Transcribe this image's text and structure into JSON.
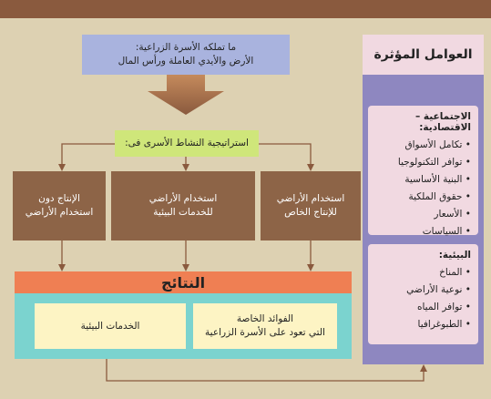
{
  "source_box": {
    "line1": "ما تملكه الأسرة الزراعية:",
    "line2": "الأرض والأيدي العاملة ورأس المال"
  },
  "strategy_box": {
    "label": "استراتيجية النشاط الأسرى فى:"
  },
  "strategies": [
    {
      "line1": "استخدام الأراضي",
      "line2": "للإنتاج الخاص"
    },
    {
      "line1": "استخدام الأراضي",
      "line2": "للخدمات البيئية"
    },
    {
      "line1": "الإنتاج دون",
      "line2": "استخدام الأراضي"
    }
  ],
  "results": {
    "title": "النتائج",
    "private_benefits": {
      "line1": "الفوائد الخاصة",
      "line2": "التي تعود على الأسرة الزراعية"
    },
    "env_services": {
      "label": "الخدمات البيئية"
    }
  },
  "factors": {
    "title": "العوامل المؤثرة",
    "socioeconomic": {
      "heading": "الاجتماعية – الاقتصادية:",
      "items": [
        "تكامل الأسواق",
        "توافر التكنولوجيا",
        "البنية الأساسية",
        "حقوق الملكية",
        "الأسعار",
        "السياسات"
      ]
    },
    "environmental": {
      "heading": "البيئية:",
      "items": [
        "المناخ",
        "نوعية الأراضي",
        "توافر المياه",
        "الطبوغرافيا"
      ]
    }
  },
  "colors": {
    "background": "#ddd1b2",
    "top_bar": "#8a5a3e",
    "source_box": "#a9b3de",
    "strategy_box": "#cfe67a",
    "strategy_boxes": "#8d6447",
    "results_title": "#ef7f53",
    "results_body": "#7bd3cf",
    "results_inner": "#fdf4c4",
    "factors_panel": "#8e87c0",
    "factors_inner": "#f1d9e1",
    "arrows": "#8a5a3e"
  }
}
